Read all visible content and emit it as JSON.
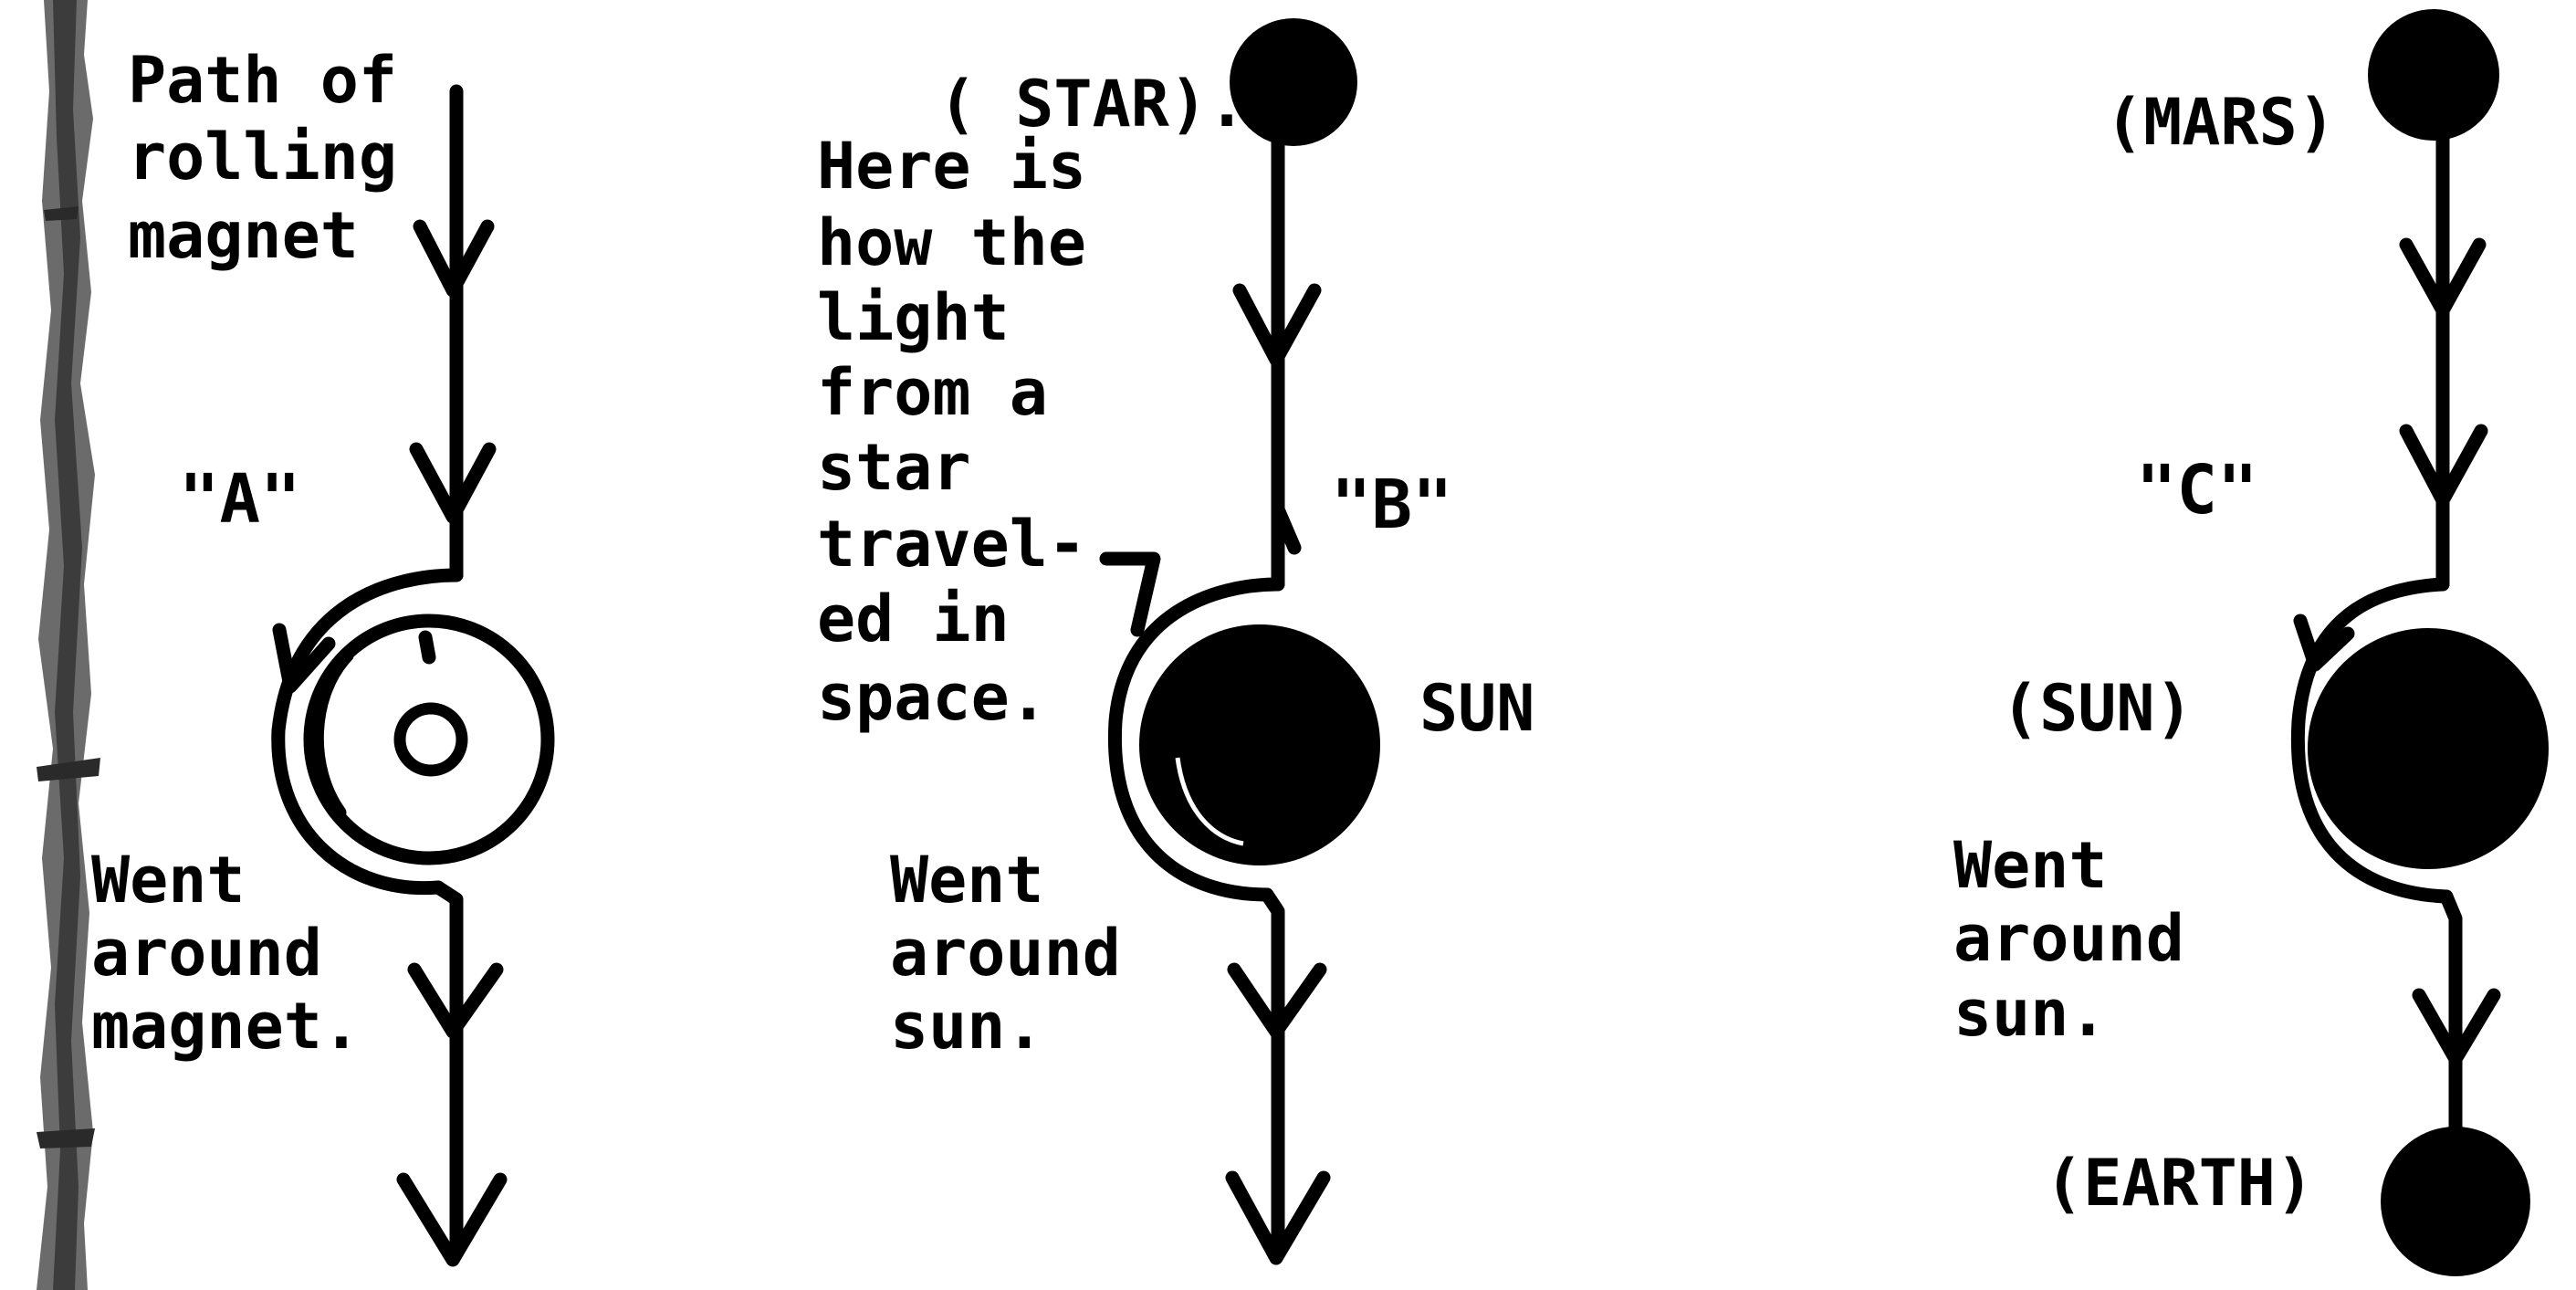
{
  "panel_a": {
    "label": "\"A\"",
    "caption_lines": [
      "Path of",
      "rolling",
      "magnet"
    ],
    "result_lines": [
      "Went",
      "around",
      "magnet."
    ]
  },
  "panel_b": {
    "label": "\"B\"",
    "source_label": "( STAR).",
    "body_label": "SUN",
    "caption_lines": [
      "Here is",
      "how the",
      "light",
      "from a",
      "star",
      "travel-",
      "ed in",
      "space."
    ],
    "result_lines": [
      "Went",
      "around",
      "sun."
    ]
  },
  "panel_c": {
    "label": "\"C\"",
    "source_label": "(MARS)",
    "body_label": "(SUN)",
    "target_label": "(EARTH)",
    "result_lines": [
      "Went",
      "around",
      "sun."
    ]
  }
}
